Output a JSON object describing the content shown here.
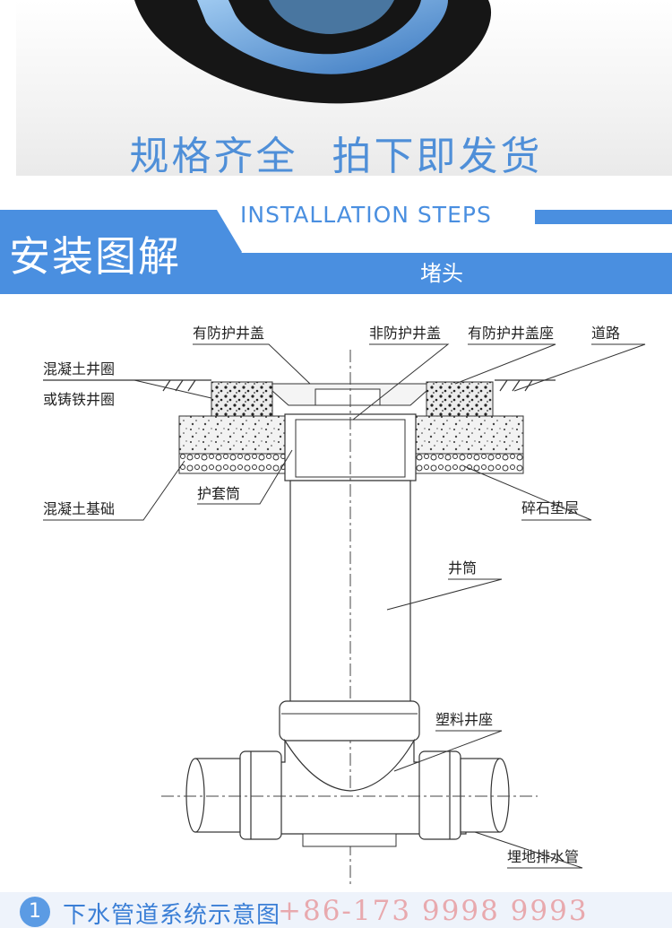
{
  "banner": {
    "tagline_left": "规格齐全",
    "tagline_right": "拍下即发货"
  },
  "section": {
    "title": "安装图解",
    "subtitle_en": "INSTALLATION STEPS",
    "subtitle_cn": "堵头",
    "accent_color": "#4a8fe0"
  },
  "diagram": {
    "labels": {
      "protected_cover": "有防护井盖",
      "unprotected_cover": "非防护井盖",
      "cover_seat": "有防护井盖座",
      "road": "道路",
      "concrete_ring": "混凝土井圈",
      "iron_ring": "或铸铁井圈",
      "concrete_base": "混凝土基础",
      "sleeve": "护套筒",
      "gravel_layer": "碎石垫层",
      "shaft": "井筒",
      "plastic_seat": "塑料井座",
      "drain_pipe": "埋地排水管"
    }
  },
  "footer": {
    "step_number": "1",
    "caption": "下水管道系统示意图",
    "watermark": "+86-173 9998 9993"
  }
}
